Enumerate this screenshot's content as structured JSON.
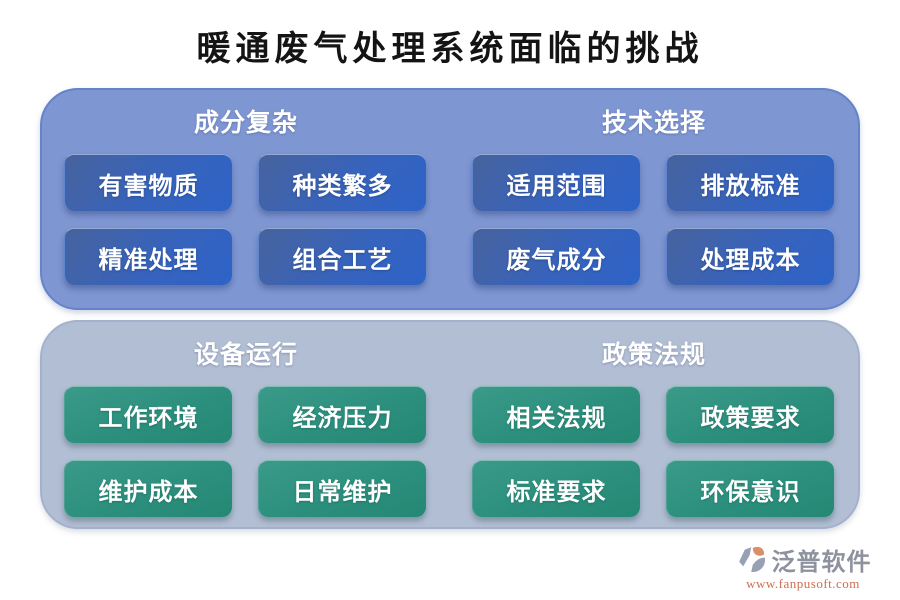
{
  "title": "暖通废气处理系统面临的挑战",
  "panels": [
    {
      "name": "top-panel",
      "bg": "#7E96D2",
      "button_color": "#2F63C6",
      "groups": [
        {
          "header": "成分复杂",
          "buttons": [
            "有害物质",
            "种类繁多",
            "精准处理",
            "组合工艺"
          ]
        },
        {
          "header": "技术选择",
          "buttons": [
            "适用范围",
            "排放标准",
            "废气成分",
            "处理成本"
          ]
        }
      ]
    },
    {
      "name": "bottom-panel",
      "bg": "#B2BED4",
      "button_color": "#2C8F7D",
      "groups": [
        {
          "header": "设备运行",
          "buttons": [
            "工作环境",
            "经济压力",
            "维护成本",
            "日常维护"
          ]
        },
        {
          "header": "政策法规",
          "buttons": [
            "相关法规",
            "政策要求",
            "标准要求",
            "环保意识"
          ]
        }
      ]
    }
  ],
  "brand": {
    "name": "泛普软件",
    "url": "www.fanpusoft.com",
    "icon": "fanpu-swirl-logo",
    "name_color": "#8D929E",
    "url_color": "#CD6F52",
    "icon_gray": "#98A1B3",
    "icon_orange": "#D9906A"
  }
}
